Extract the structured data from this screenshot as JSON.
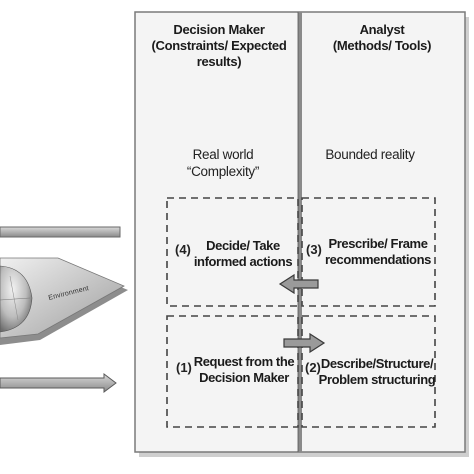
{
  "columns": {
    "decision_maker": {
      "title_line1": "Decision Maker",
      "title_line2": "(Constraints/ Expected",
      "title_line3": "results)",
      "subtitle_line1": "Real world",
      "subtitle_line2": "“Complexity”"
    },
    "analyst": {
      "title_line1": "Analyst",
      "title_line2": "(Methods/ Tools)",
      "subtitle": "Bounded reality"
    }
  },
  "steps": {
    "step4": {
      "number": "(4)",
      "line1": "Decide/ Take",
      "line2": "informed actions"
    },
    "step3": {
      "number": "(3)",
      "line1": "Prescribe/ Frame",
      "line2": "recommendations"
    },
    "step1": {
      "number": "(1)",
      "line1": "Request from the",
      "line2": "Decision Maker"
    },
    "step2": {
      "number": "(2)",
      "line1": "Describe/Structure/",
      "line2": "Problem structuring"
    }
  },
  "environment_label": "Environment",
  "colors": {
    "panel_fill": "#f3f3f3",
    "panel_border": "#7a7a7a",
    "divider": "#6f6f6f",
    "dashed": "#4a4a4a",
    "arrow": "#6b6b6b"
  }
}
